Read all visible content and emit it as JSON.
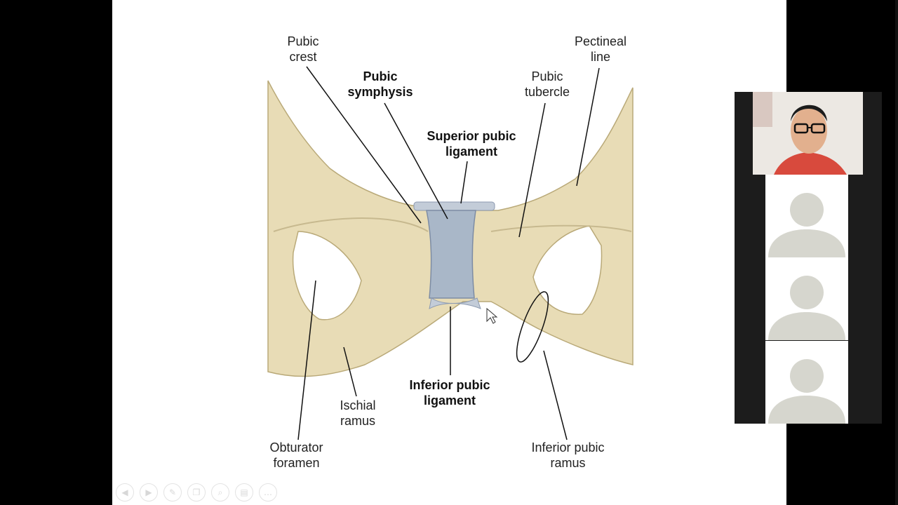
{
  "slide": {
    "labels": {
      "pubic_crest": "Pubic\ncrest",
      "pubic_symphysis": "Pubic\nsymphysis",
      "superior_pubic_ligament": "Superior pubic\nligament",
      "pubic_tubercle": "Pubic\ntubercle",
      "pectineal_line": "Pectineal\nline",
      "inferior_pubic_ligament": "Inferior pubic\nligament",
      "ischial_ramus": "Ischial\nramus",
      "obturator_foramen": "Obturator\nforamen",
      "inferior_pubic_ramus": "Inferior pubic\nramus"
    },
    "colors": {
      "bone": "#e8dcb6",
      "bone_shadow": "#c7b98f",
      "ligament": "#a9b7c8"
    }
  },
  "toolbar": {
    "items": [
      {
        "icon": "previous-icon",
        "glyph": "◀"
      },
      {
        "icon": "next-icon",
        "glyph": "▶"
      },
      {
        "icon": "pen-icon",
        "glyph": "✎"
      },
      {
        "icon": "copy-icon",
        "glyph": "❐"
      },
      {
        "icon": "zoom-icon",
        "glyph": "⌕"
      },
      {
        "icon": "slides-icon",
        "glyph": "▤"
      },
      {
        "icon": "more-icon",
        "glyph": "…"
      }
    ]
  },
  "participants": {
    "tiles": 3,
    "self_video": "active-speaker-video"
  }
}
